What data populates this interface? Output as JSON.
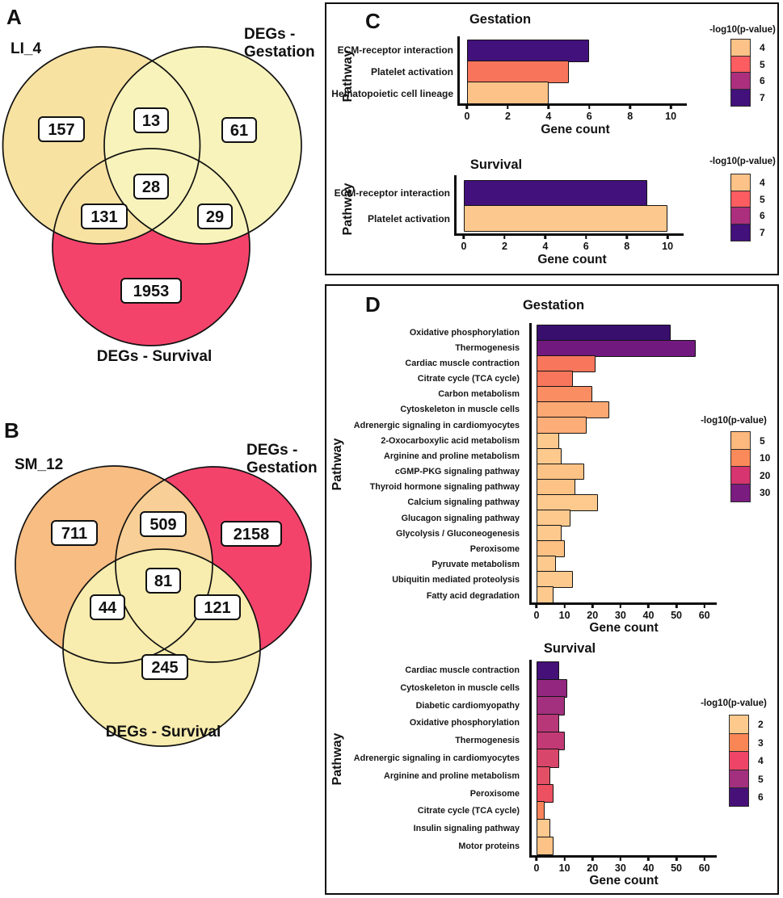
{
  "panels": {
    "a": "A",
    "b": "B",
    "c": "C",
    "d": "D"
  },
  "chart_data": [
    {
      "type": "venn",
      "id": "venn_a",
      "sets": [
        {
          "label": "LI_4",
          "color": "#F8E2A2"
        },
        {
          "label": "DEGs - Gestation",
          "color": "#F8F3BB"
        },
        {
          "label": "DEGs - Survival",
          "color": "#F4436B"
        }
      ],
      "set_labels": {
        "s1": "LI_4",
        "s2a": "DEGs -",
        "s2b": "Gestation",
        "s3": "DEGs - Survival"
      },
      "counts": {
        "only1": "157",
        "n12": "13",
        "only2": "61",
        "n123": "28",
        "n13": "131",
        "n23": "29",
        "only3": "1953"
      }
    },
    {
      "type": "venn",
      "id": "venn_b",
      "sets": [
        {
          "label": "SM_12",
          "color": "#F7BD82"
        },
        {
          "label": "DEGs - Gestation",
          "color": "#F4436B"
        },
        {
          "label": "DEGs - Survival",
          "color": "#F8ECAE"
        }
      ],
      "overlap_12_color": "#F8CF96",
      "set_labels": {
        "s1": "SM_12",
        "s2a": "DEGs -",
        "s2b": "Gestation",
        "s3": "DEGs - Survival"
      },
      "counts": {
        "only1": "711",
        "n12": "509",
        "only2": "2158",
        "n123": "81",
        "n13": "44",
        "n23": "121",
        "only3": "245"
      }
    },
    {
      "type": "bar",
      "id": "c1",
      "title": "Gestation",
      "xlabel": "Gene count",
      "ylabel": "Pathway",
      "xlim": [
        0,
        10.63
      ],
      "ticks": [
        0,
        2,
        4,
        6,
        8,
        10
      ],
      "legend": {
        "title": "-log10(p-value)",
        "items": [
          {
            "label": "4",
            "color": "#FDC287"
          },
          {
            "label": "5",
            "color": "#FB5D61"
          },
          {
            "label": "6",
            "color": "#AC2F7E"
          },
          {
            "label": "7",
            "color": "#42117B"
          }
        ]
      },
      "bars": [
        {
          "label": "ECM-receptor interaction",
          "value": 6,
          "color": "#42117B"
        },
        {
          "label": "Platelet activation",
          "value": 5,
          "color": "#F8745B"
        },
        {
          "label": "Hematopoietic cell lineage",
          "value": 4,
          "color": "#FDC287"
        }
      ]
    },
    {
      "type": "bar",
      "id": "c2",
      "title": "Survival",
      "xlabel": "Gene count",
      "ylabel": "Pathway",
      "xlim": [
        0,
        10.63
      ],
      "ticks": [
        0,
        2,
        4,
        6,
        8,
        10
      ],
      "legend": {
        "title": "-log10(p-value)",
        "items": [
          {
            "label": "4",
            "color": "#FDC287"
          },
          {
            "label": "5",
            "color": "#FB5D61"
          },
          {
            "label": "6",
            "color": "#AC2F7E"
          },
          {
            "label": "7",
            "color": "#42117B"
          }
        ]
      },
      "bars": [
        {
          "label": "ECM-receptor interaction",
          "value": 9,
          "color": "#42117B"
        },
        {
          "label": "Platelet activation",
          "value": 10,
          "color": "#FDC88D"
        }
      ]
    },
    {
      "type": "bar",
      "id": "d1",
      "title": "Gestation",
      "xlabel": "Gene count",
      "ylabel": "Pathway",
      "xlim": [
        0,
        62.4
      ],
      "ticks": [
        0,
        10,
        20,
        30,
        40,
        50,
        60
      ],
      "legend": {
        "title": "-log10(p-value)",
        "items": [
          {
            "label": "5",
            "color": "#FDB97D"
          },
          {
            "label": "10",
            "color": "#FB8A5B"
          },
          {
            "label": "20",
            "color": "#D6356F"
          },
          {
            "label": "30",
            "color": "#7B1C80"
          }
        ]
      },
      "bars": [
        {
          "label": "Oxidative phosphorylation",
          "value": 48,
          "color": "#390F6E"
        },
        {
          "label": "Thermogenesis",
          "value": 57,
          "color": "#72197F"
        },
        {
          "label": "Cardiac muscle contraction",
          "value": 21,
          "color": "#F8765C"
        },
        {
          "label": "Citrate cycle (TCA cycle)",
          "value": 13,
          "color": "#F8765C"
        },
        {
          "label": "Carbon metabolism",
          "value": 20,
          "color": "#FA8D62"
        },
        {
          "label": "Cytoskeleton in muscle cells",
          "value": 26,
          "color": "#FCA873"
        },
        {
          "label": "Adrenergic signaling in cardiomyocytes",
          "value": 18,
          "color": "#FCAD78"
        },
        {
          "label": "2-Oxocarboxylic acid metabolism",
          "value": 8,
          "color": "#FEC98D"
        },
        {
          "label": "Arginine and proline metabolism",
          "value": 9,
          "color": "#FEC98D"
        },
        {
          "label": "cGMP-PKG signaling pathway",
          "value": 17,
          "color": "#FDC285"
        },
        {
          "label": "Thyroid hormone signaling pathway",
          "value": 14,
          "color": "#FDC285"
        },
        {
          "label": "Calcium signaling pathway",
          "value": 22,
          "color": "#FEC98D"
        },
        {
          "label": "Glucagon signaling pathway",
          "value": 12,
          "color": "#FEC98D"
        },
        {
          "label": "Glycolysis / Gluconeogenesis",
          "value": 9,
          "color": "#FEC98D"
        },
        {
          "label": "Peroxisome",
          "value": 10,
          "color": "#FDC183"
        },
        {
          "label": "Pyruvate metabolism",
          "value": 7,
          "color": "#FEC98D"
        },
        {
          "label": "Ubiquitin mediated proteolysis",
          "value": 13,
          "color": "#FEC98D"
        },
        {
          "label": "Fatty acid degradation",
          "value": 6,
          "color": "#FEC98D"
        }
      ]
    },
    {
      "type": "bar",
      "id": "d2",
      "title": "Survival",
      "xlabel": "Gene count",
      "ylabel": "Pathway",
      "xlim": [
        0,
        62.4
      ],
      "ticks": [
        0,
        10,
        20,
        30,
        40,
        50,
        60
      ],
      "legend": {
        "title": "-log10(p-value)",
        "items": [
          {
            "label": "2",
            "color": "#FEC98D"
          },
          {
            "label": "3",
            "color": "#FA8656"
          },
          {
            "label": "4",
            "color": "#EE4468"
          },
          {
            "label": "5",
            "color": "#A3307E"
          },
          {
            "label": "6",
            "color": "#471078"
          }
        ]
      },
      "bars": [
        {
          "label": "Cardiac muscle contraction",
          "value": 8,
          "color": "#451077"
        },
        {
          "label": "Cytoskeleton in muscle cells",
          "value": 11,
          "color": "#93277F"
        },
        {
          "label": "Diabetic cardiomyopathy",
          "value": 10,
          "color": "#A3307E"
        },
        {
          "label": "Oxidative phosphorylation",
          "value": 8,
          "color": "#B73779"
        },
        {
          "label": "Thermogenesis",
          "value": 10,
          "color": "#C23A75"
        },
        {
          "label": "Adrenergic signaling in cardiomyocytes",
          "value": 8,
          "color": "#D9466B"
        },
        {
          "label": "Arginine and proline metabolism",
          "value": 5,
          "color": "#E35066"
        },
        {
          "label": "Peroxisome",
          "value": 6,
          "color": "#ED5161"
        },
        {
          "label": "Citrate cycle (TCA cycle)",
          "value": 3,
          "color": "#F9845C"
        },
        {
          "label": "Insulin signaling pathway",
          "value": 5,
          "color": "#FDC98E"
        },
        {
          "label": "Motor proteins",
          "value": 6,
          "color": "#FDC285"
        }
      ]
    }
  ]
}
